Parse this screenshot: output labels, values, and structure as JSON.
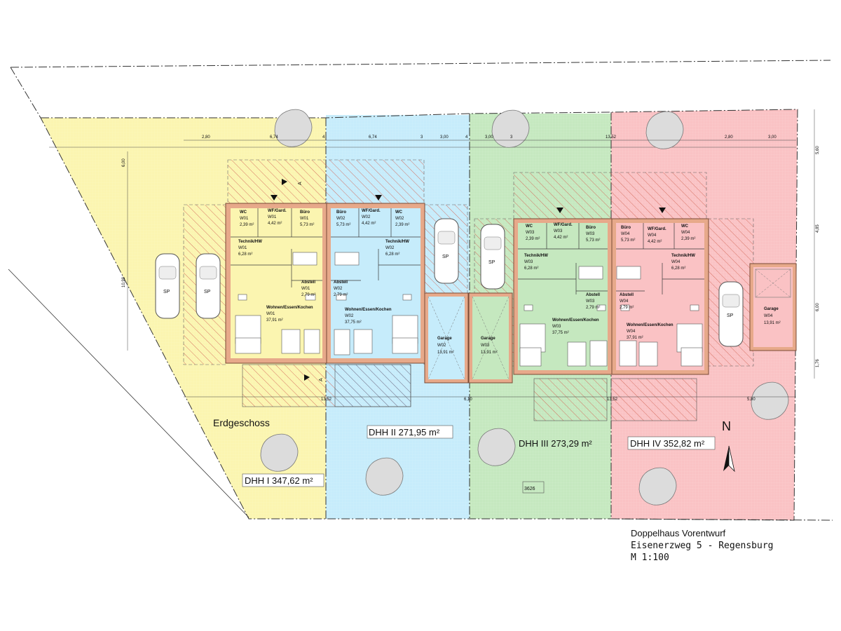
{
  "drawing": {
    "view_label": "Erdgeschoss",
    "north_label": "N",
    "section_marker": "A",
    "parcel_label": "3626",
    "title": "Doppelhaus Vorentwurf",
    "address": "Eisenerzweg 5 - Regensburg",
    "scale": "M 1:100"
  },
  "lots": [
    {
      "label": "DHH I  347,62 m²",
      "color": "#fbf5b0"
    },
    {
      "label": "DHH II  271,95 m²",
      "color": "#c6ecfb"
    },
    {
      "label": "DHH III  273,29 m²",
      "color": "#c5e8bf"
    },
    {
      "label": "DHH IV 352,82 m²",
      "color": "#fac2c4"
    }
  ],
  "colors": {
    "hatch": "#d46a5a",
    "wall": "#e7a98a",
    "pond_blue": "#8fb7d4"
  },
  "units": [
    {
      "id": "W01",
      "rooms": [
        {
          "name": "WC",
          "unit": "W01",
          "area": "2,39 m²"
        },
        {
          "name": "WF/Gard.",
          "unit": "W01",
          "area": "4,42 m²"
        },
        {
          "name": "Büro",
          "unit": "W01",
          "area": "5,73 m²"
        },
        {
          "name": "Technik/HW",
          "unit": "W01",
          "area": "6,28 m²"
        },
        {
          "name": "Abstell",
          "unit": "W01",
          "area": "2,79 m²"
        },
        {
          "name": "Wohnen/Essen/Kochen",
          "unit": "W01",
          "area": "37,91 m²"
        }
      ]
    },
    {
      "id": "W02",
      "rooms": [
        {
          "name": "Büro",
          "unit": "W02",
          "area": "5,73 m²"
        },
        {
          "name": "WF/Gard.",
          "unit": "W02",
          "area": "4,42 m²"
        },
        {
          "name": "WC",
          "unit": "W02",
          "area": "2,39 m²"
        },
        {
          "name": "Technik/HW",
          "unit": "W02",
          "area": "6,28 m²"
        },
        {
          "name": "Abstell",
          "unit": "W02",
          "area": "2,79 m²"
        },
        {
          "name": "Wohnen/Essen/Kochen",
          "unit": "W02",
          "area": "37,75 m²"
        }
      ]
    },
    {
      "id": "W03",
      "rooms": [
        {
          "name": "WC",
          "unit": "W03",
          "area": "2,39 m²"
        },
        {
          "name": "WF/Gard.",
          "unit": "W03",
          "area": "4,42 m²"
        },
        {
          "name": "Büro",
          "unit": "W03",
          "area": "5,73 m²"
        },
        {
          "name": "Technik/HW",
          "unit": "W03",
          "area": "6,28 m²"
        },
        {
          "name": "Abstell",
          "unit": "W03",
          "area": "2,79 m²"
        },
        {
          "name": "Wohnen/Essen/Kochen",
          "unit": "W03",
          "area": "37,75 m²"
        }
      ]
    },
    {
      "id": "W04",
      "rooms": [
        {
          "name": "Büro",
          "unit": "W04",
          "area": "5,73 m²"
        },
        {
          "name": "WF/Gard.",
          "unit": "W04",
          "area": "4,42 m²"
        },
        {
          "name": "WC",
          "unit": "W04",
          "area": "2,39 m²"
        },
        {
          "name": "Technik/HW",
          "unit": "W04",
          "area": "6,28 m²"
        },
        {
          "name": "Abstell",
          "unit": "W04",
          "area": "2,79 m²"
        },
        {
          "name": "Wohnen/Essen/Kochen",
          "unit": "W04",
          "area": "37,91 m²"
        }
      ]
    }
  ],
  "garages": [
    {
      "name": "Garage",
      "unit": "W02",
      "area": "13,91 m²"
    },
    {
      "name": "Garage",
      "unit": "W03",
      "area": "13,91 m²"
    },
    {
      "name": "Garage",
      "unit": "W04",
      "area": "13,91 m²"
    }
  ],
  "parking_label": "SP",
  "dimensions": {
    "top": [
      "2,80",
      "6,74",
      "4",
      "6,74",
      "3",
      "3,00",
      "4",
      "3,00",
      "3",
      "13,52",
      "2,80",
      "3,00"
    ],
    "bottom": [
      "13,52",
      "6,10",
      "13,52",
      "5,80"
    ],
    "left": [
      "6,00",
      "10,99"
    ],
    "right": [
      "5,60",
      "4,85",
      "6,00",
      "1,76"
    ]
  }
}
